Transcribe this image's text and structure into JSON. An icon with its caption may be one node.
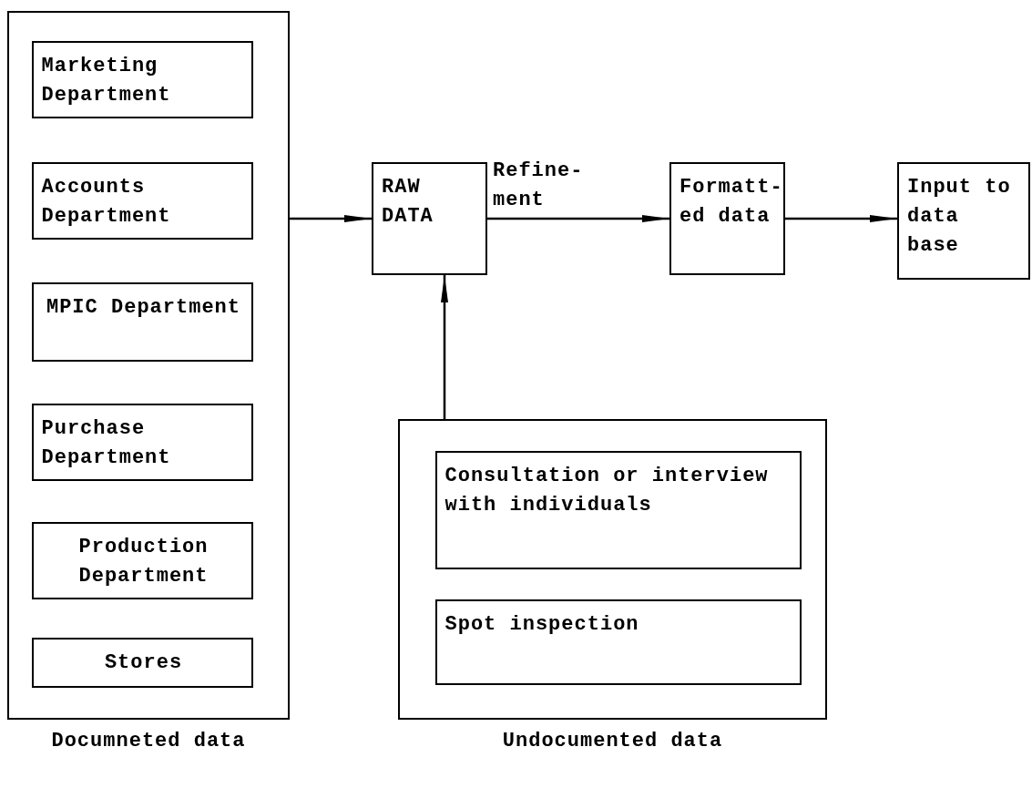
{
  "diagram": {
    "nodes": [
      {
        "text": [
          "Documneted data"
        ]
      },
      {
        "text": [
          "Marketing Department"
        ],
        "in": 0
      },
      {
        "text": [
          "Accounts Department"
        ],
        "in": 0
      },
      {
        "text": [
          "MPIC Department"
        ],
        "in": 0
      },
      {
        "text": [
          "Purchase Department"
        ],
        "in": 0
      },
      {
        "text": [
          "Production Department"
        ],
        "in": 0
      },
      {
        "text": [
          "Stores"
        ],
        "in": 0
      },
      {
        "text": [
          "RAW DATA"
        ]
      },
      {
        "text": [
          "Formatt- ed data"
        ]
      },
      {
        "text": [
          "Input to data base"
        ]
      },
      {
        "text": [
          "Undocumented data"
        ]
      },
      {
        "text": [
          "Consultation or interview with individuals"
        ],
        "in": 10
      },
      {
        "text": [
          "Spot inspection"
        ],
        "in": 10
      }
    ],
    "edges": [
      {
        "from": 0,
        "to": 7,
        "arrow": "to"
      },
      {
        "from": 7,
        "to": 8,
        "arrow": "to",
        "label": "Refine- ment"
      },
      {
        "from": 8,
        "to": 9,
        "arrow": "to"
      },
      {
        "from": 10,
        "to": 7,
        "arrow": "to"
      }
    ]
  }
}
